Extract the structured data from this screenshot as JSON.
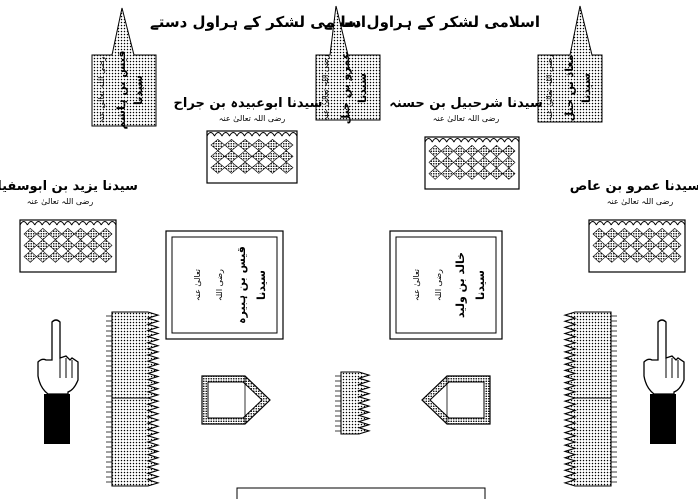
{
  "headings": {
    "left": "اسلامی لشکر کے ہراول دستے",
    "right": "اسلامی لشکر کے ہراول دستے"
  },
  "flags": [
    {
      "title": "سیدنا",
      "name": "قیس بن ہاشم",
      "honorific": "رضی اللہ تعالیٰ عنہ"
    },
    {
      "title": "سیدنا",
      "name": "معاذ بن جبل",
      "honorific": "رضی اللہ تعالیٰ عنہ"
    },
    {
      "title": "سیدنا",
      "name": "عمرو بن جبل",
      "honorific": "رضی اللہ تعالیٰ عنہ"
    }
  ],
  "commanders": {
    "abu_ubaidah": {
      "name": "سیدنا ابوعبیدہ بن جراح",
      "honorific": "رضی اللہ تعالیٰ عنہ"
    },
    "shurahbil": {
      "name": "سیدنا شرحبیل بن حسنہ",
      "honorific": "رضی اللہ تعالیٰ عنہ"
    },
    "yazid": {
      "name": "سیدنا یزید بن ابوسفیان",
      "honorific": "رضی اللہ تعالیٰ عنہ"
    },
    "amr": {
      "name": "سیدنا عمرو بن عاص",
      "honorific": "رضی اللہ تعالیٰ عنہ"
    }
  },
  "center_boxes": {
    "left": {
      "title": "سیدنا",
      "name": "قیس بن ہبیرہ",
      "honorific_1": "رضی اللہ",
      "honorific_2": "تعالیٰ عنہ"
    },
    "right": {
      "title": "سیدنا",
      "name": "خالد بن ولید",
      "honorific_1": "رضی اللہ",
      "honorific_2": "تعالیٰ عنہ"
    }
  },
  "bottom_label": ""
}
